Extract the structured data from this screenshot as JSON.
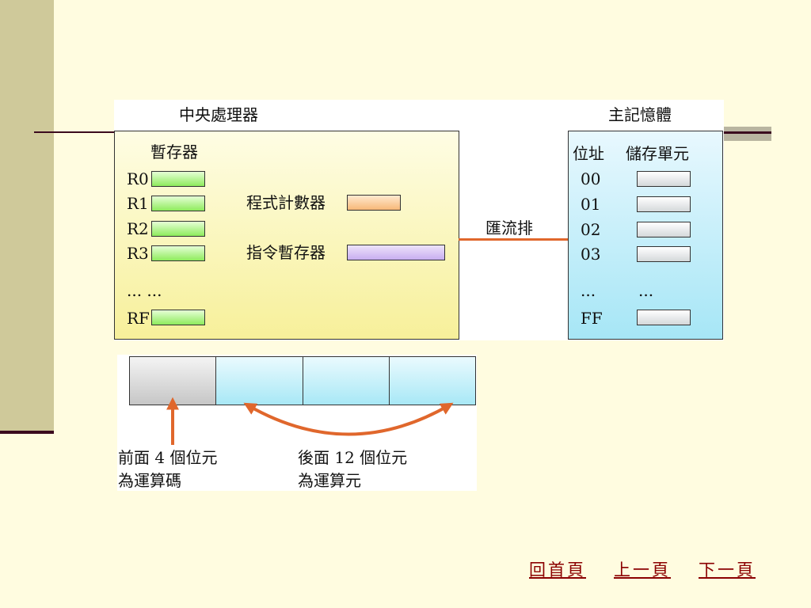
{
  "diagram": {
    "cpu_title": "中央處理器",
    "memory_title": "主記憶體",
    "registers_title": "暫存器",
    "registers": [
      "R0",
      "R1",
      "R2",
      "R3",
      "RF"
    ],
    "register_ellipsis": "...  ...",
    "program_counter": "程式計數器",
    "instruction_register": "指令暫存器",
    "bus_label": "匯流排",
    "memory_header_address": "位址",
    "memory_header_cells": "儲存單元",
    "memory_addresses": [
      "00",
      "01",
      "02",
      "03",
      "FF"
    ],
    "memory_ellipsis_left": "...",
    "memory_ellipsis_right": "...",
    "opcode_label_line1": "前面 4 個位元",
    "opcode_label_line2": "為運算碼",
    "operand_label_line1": "後面 12 個位元",
    "operand_label_line2": "為運算元",
    "colors": {
      "register": "#8EEB5C",
      "program_counter": "#F7B878",
      "instruction_register": "#C8AEF0",
      "bus": "#E0672C",
      "memory_box": "#A6E6F6",
      "cpu_box": "#F7F09A"
    }
  },
  "nav": {
    "home": "回首頁",
    "prev": "上一頁",
    "next": "下一頁"
  }
}
